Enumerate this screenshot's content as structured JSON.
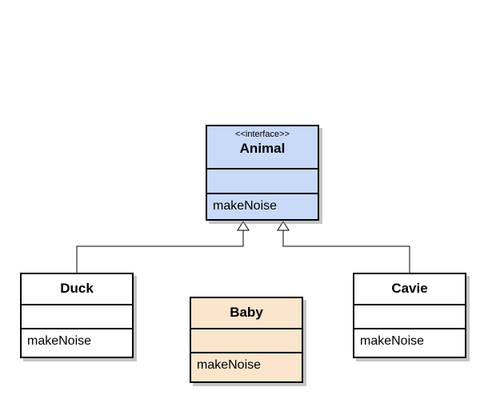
{
  "classes": {
    "animal": {
      "stereotype": "<<interface>>",
      "name": "Animal",
      "method": "makeNoise",
      "fill": "#c9daf8"
    },
    "duck": {
      "name": "Duck",
      "method": "makeNoise",
      "fill": "#ffffff"
    },
    "baby": {
      "name": "Baby",
      "method": "makeNoise",
      "fill": "#fce5cd"
    },
    "cavie": {
      "name": "Cavie",
      "method": "makeNoise",
      "fill": "#ffffff"
    }
  },
  "relations": [
    {
      "type": "realization",
      "from": "duck",
      "to": "animal"
    },
    {
      "type": "realization",
      "from": "cavie",
      "to": "animal"
    }
  ]
}
